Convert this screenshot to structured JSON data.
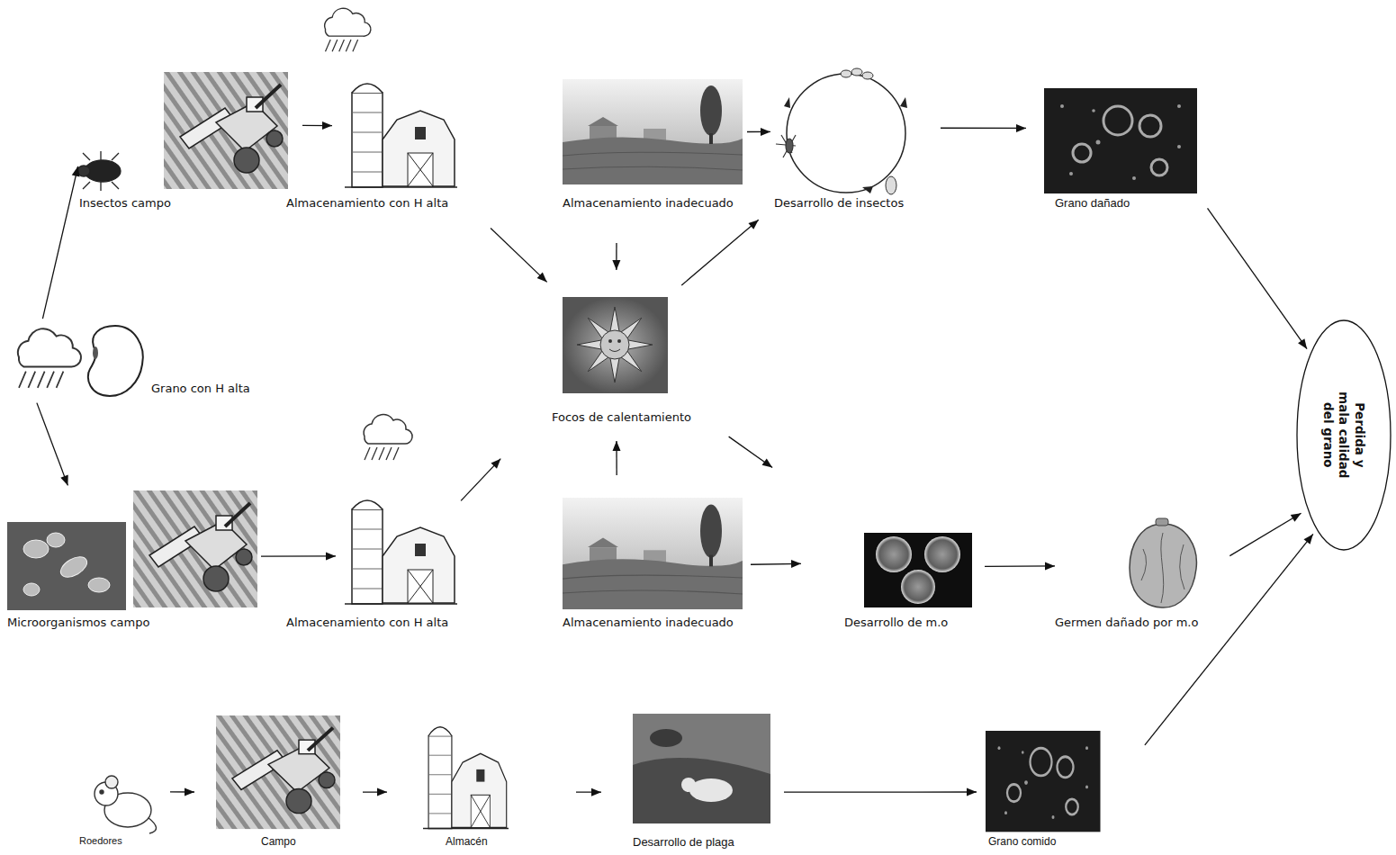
{
  "diagram": {
    "nodes": [
      {
        "text": [
          "Insectos campo"
        ]
      },
      {
        "text": [
          "Almacenamiento con H alta"
        ]
      },
      {
        "text": [
          "Almacenamiento inadecuado"
        ]
      },
      {
        "text": [
          "Desarrollo de insectos"
        ]
      },
      {
        "text": [
          "Grano dañado"
        ]
      },
      {
        "text": [
          "Grano con H alta"
        ]
      },
      {
        "text": [
          "Focos de calentamiento"
        ]
      },
      {
        "text": [
          "Perdida y mala calidad del grano"
        ]
      },
      {
        "text": [
          "Microorganismos campo"
        ]
      },
      {
        "text": [
          "Almacenamiento con H alta"
        ]
      },
      {
        "text": [
          "Almacenamiento inadecuado"
        ]
      },
      {
        "text": [
          "Desarrollo de m.o"
        ]
      },
      {
        "text": [
          "Germen dañado por m.o"
        ]
      },
      {
        "text": [
          "Roedores"
        ]
      },
      {
        "text": [
          "Campo"
        ]
      },
      {
        "text": [
          "Almacén"
        ]
      },
      {
        "text": [
          "Desarrollo de plaga"
        ]
      },
      {
        "text": [
          "Grano comido"
        ]
      }
    ],
    "edges": [
      {
        "from": 5,
        "to": 0,
        "arrow": "to"
      },
      {
        "from": 5,
        "to": 8,
        "arrow": "to"
      },
      {
        "from": 0,
        "to": 1,
        "arrow": "to"
      },
      {
        "from": 1,
        "to": 6,
        "arrow": "to"
      },
      {
        "from": 2,
        "to": 6,
        "arrow": "to"
      },
      {
        "from": 6,
        "to": 3,
        "arrow": "to"
      },
      {
        "from": 2,
        "to": 3,
        "arrow": "to"
      },
      {
        "from": 3,
        "to": 4,
        "arrow": "to"
      },
      {
        "from": 4,
        "to": 7,
        "arrow": "to"
      },
      {
        "from": 8,
        "to": 9,
        "arrow": "to"
      },
      {
        "from": 9,
        "to": 6,
        "arrow": "to"
      },
      {
        "from": 10,
        "to": 6,
        "arrow": "to"
      },
      {
        "from": 6,
        "to": 11,
        "arrow": "to"
      },
      {
        "from": 10,
        "to": 11,
        "arrow": "to"
      },
      {
        "from": 11,
        "to": 12,
        "arrow": "to"
      },
      {
        "from": 12,
        "to": 7,
        "arrow": "to"
      },
      {
        "from": 13,
        "to": 14,
        "arrow": "to"
      },
      {
        "from": 14,
        "to": 15,
        "arrow": "to"
      },
      {
        "from": 15,
        "to": 16,
        "arrow": "to"
      },
      {
        "from": 16,
        "to": 17,
        "arrow": "to"
      },
      {
        "from": 17,
        "to": 7,
        "arrow": "to"
      }
    ]
  }
}
